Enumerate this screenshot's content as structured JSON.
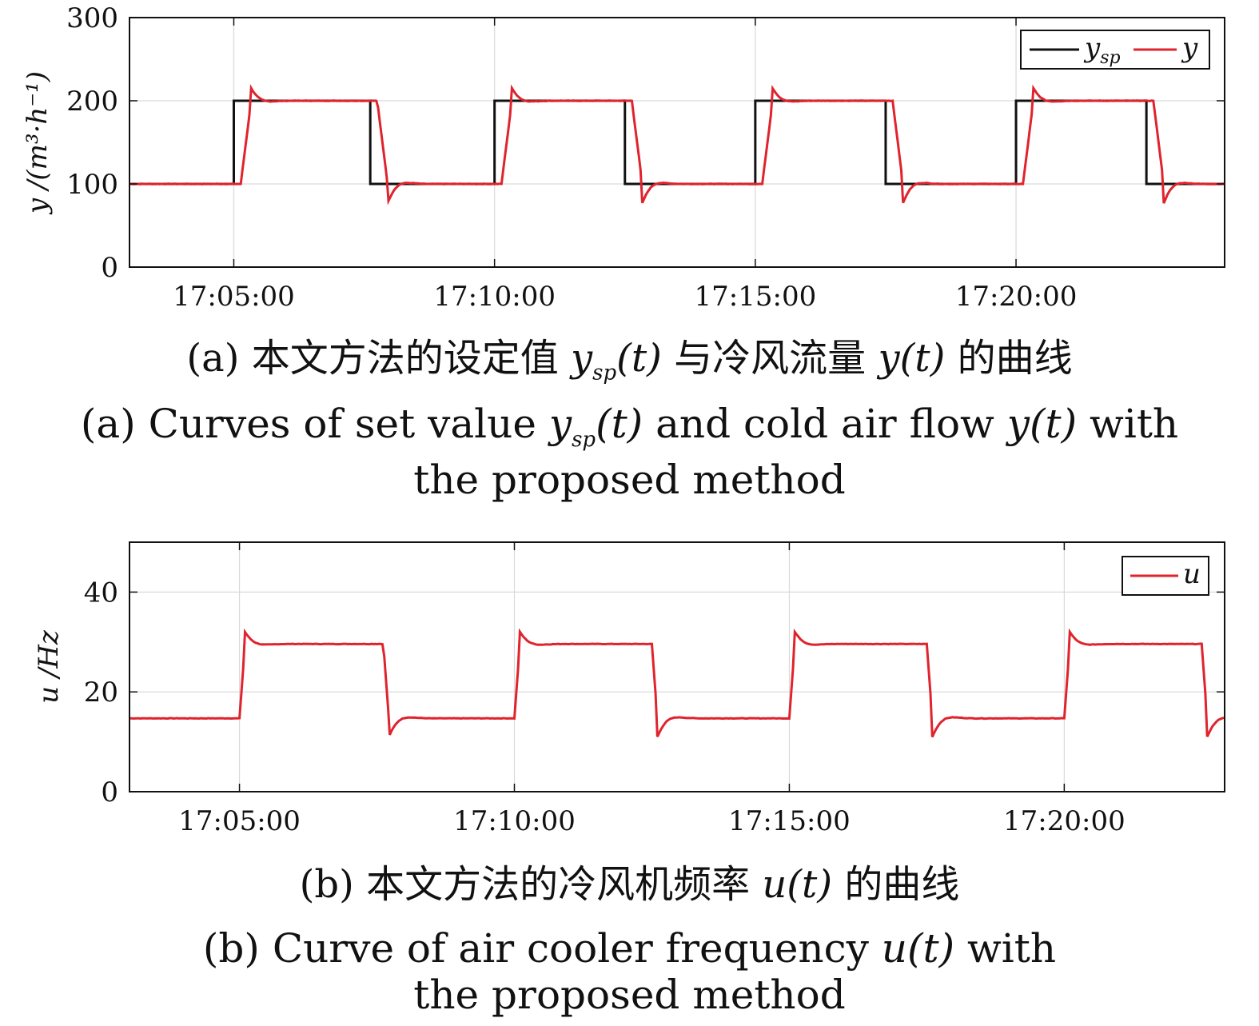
{
  "chart_data": [
    {
      "type": "line",
      "title": "",
      "xlabel": "",
      "ylabel": "y /(m³·h⁻¹)",
      "ylim": [
        0,
        300
      ],
      "xlim_minutes": [
        "17:03:00",
        "17:24:00"
      ],
      "yticks": [
        0,
        100,
        200,
        300
      ],
      "xtick_labels": [
        "17:05:00",
        "17:10:00",
        "17:15:00",
        "17:20:00"
      ],
      "grid": true,
      "legend_position": "top-right",
      "series": [
        {
          "name": "y_sp",
          "legend_main": "y",
          "legend_sub": "sp",
          "color": "#111111",
          "kind": "step",
          "low": 100,
          "high": 200,
          "start": "17:03:00",
          "rise_times": [
            "17:05:00",
            "17:10:00",
            "17:15:00",
            "17:20:00"
          ],
          "fall_times": [
            "17:07:37",
            "17:12:30",
            "17:17:30",
            "17:22:30"
          ]
        },
        {
          "name": "y",
          "legend_main": "y",
          "legend_sub": "",
          "color": "#e0232c",
          "kind": "response",
          "low": 100,
          "high": 200,
          "peak": 215,
          "trough": 77,
          "delay_seconds": 8,
          "rise_seconds": 12
        }
      ]
    },
    {
      "type": "line",
      "title": "",
      "xlabel": "",
      "ylabel": "u /Hz",
      "ylim": [
        0,
        50
      ],
      "yticks": [
        0,
        20,
        40
      ],
      "xtick_labels": [
        "17:05:00",
        "17:10:00",
        "17:15:00",
        "17:20:00"
      ],
      "grid": true,
      "legend_position": "top-right",
      "series": [
        {
          "name": "u",
          "legend_main": "u",
          "color": "#e0232c",
          "kind": "response",
          "low": 14.7,
          "high": 29.6,
          "peak": 32,
          "trough": 11,
          "delay_seconds": 0,
          "rise_seconds": 6
        }
      ]
    }
  ],
  "captions": {
    "a_cn_prefix": "(a) 本文方法的设定值",
    "a_cn_mid": "与冷风流量",
    "a_cn_suffix": "的曲线",
    "a_en_line1_prefix": "(a) Curves of set value",
    "a_en_line1_mid": "and cold air flow",
    "a_en_line1_suffix": "with",
    "a_en_line2": "the proposed method",
    "b_cn_prefix": "(b) 本文方法的冷风机频率",
    "b_cn_suffix": "的曲线",
    "b_en_line1_prefix": "(b) Curve of air cooler frequency",
    "b_en_line1_suffix": "with",
    "b_en_line2": "the proposed method",
    "ysp_symbol_main": "y",
    "ysp_symbol_sub": "sp",
    "y_symbol": "y",
    "u_symbol": "u",
    "t_arg": "(t)"
  }
}
